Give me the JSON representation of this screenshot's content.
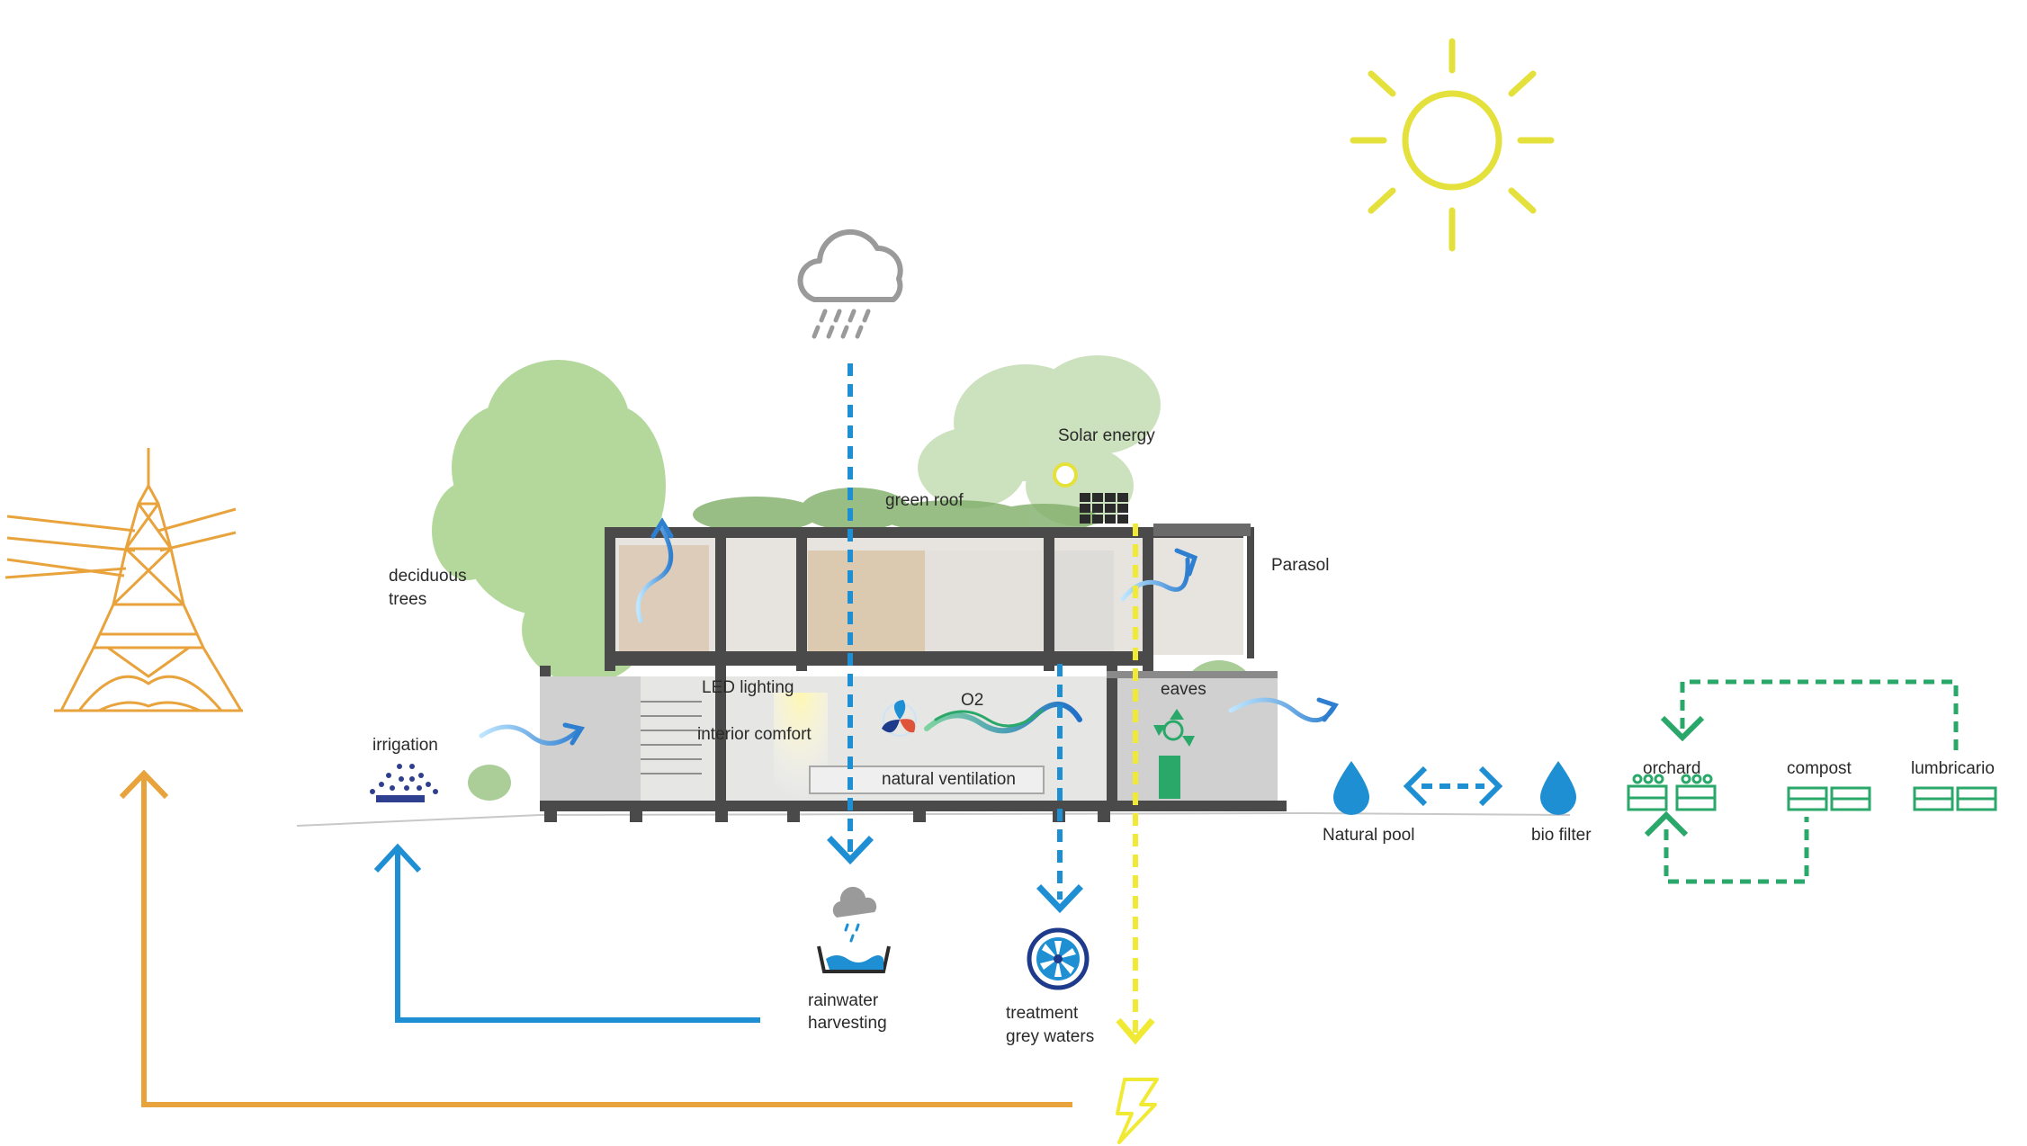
{
  "labels": {
    "solar_energy": "Solar energy",
    "green_roof": "green roof",
    "parasol": "Parasol",
    "deciduous_1": "deciduous",
    "deciduous_2": "trees",
    "led_lighting": "LED lighting",
    "o2": "O2",
    "eaves": "eaves",
    "interior_comfort": "interior comfort",
    "irrigation": "irrigation",
    "natural_ventilation": "natural ventilation",
    "natural_pool": "Natural pool",
    "bio_filter": "bio filter",
    "orchard": "orchard",
    "compost": "compost",
    "lumbricario": "lumbricario",
    "rainwater_1": "rainwater",
    "rainwater_2": "harvesting",
    "treatment_1": "treatment",
    "treatment_2": "grey waters"
  },
  "colors": {
    "water_blue": "#1f8fd4",
    "solar_yellow": "#e4e03c",
    "grid_orange": "#e8a33c",
    "cycle_green": "#2aa86a",
    "cloud_gray": "#9a9a9a",
    "concrete": "#cfd0cf",
    "structure": "#4a4a4a",
    "foliage": "#9ccb7c",
    "navy": "#1e3a8a"
  },
  "icons": [
    "sun-icon",
    "rain-cloud-icon",
    "power-pylon-icon",
    "solar-panel-icon",
    "sprinkler-icon",
    "fan-icon",
    "recycle-icon",
    "water-drop-icon",
    "rainwater-tank-icon",
    "water-treatment-icon",
    "lightning-bolt-icon",
    "planter-box-icon"
  ]
}
